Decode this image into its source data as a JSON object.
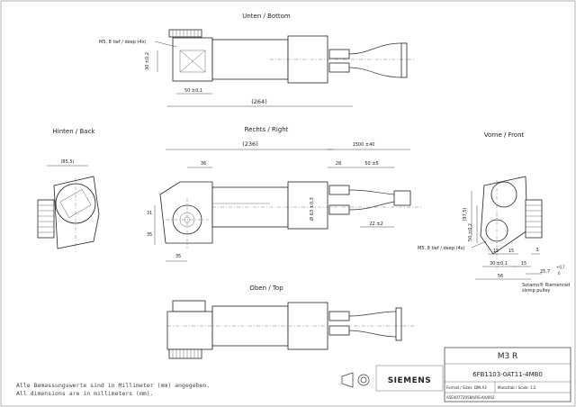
{
  "views": {
    "bottom": "Unten / Bottom",
    "right": "Rechts / Right",
    "back": "Hinten / Back",
    "front": "Vorne / Front",
    "top": "Oben / Top"
  },
  "notes": {
    "thread_bottom": "M5, 8 tief / deep (4x)",
    "thread_front": "M5, 8 tief / deep (4x)",
    "pulley": "Sotamo® Riemenrad",
    "pulley_en": "sismp pulley",
    "note_de": "Alle Bemassungswerte sind in Millimeter (mm) angegeben.",
    "note_en": "All dimensions are in millimeters (mm)."
  },
  "dims": {
    "b_30": "30 ±0,2",
    "b_50": "50 ±0,1",
    "b_264": "(264)",
    "r_236": "(236)",
    "r_36": "36",
    "r_1500": "1500 ±40",
    "r_28": "28",
    "r_50": "50 ±5",
    "r_63": "Ø 63 ±0,3",
    "r_22": "22 ±2",
    "r_31": "31",
    "r_35v": "35",
    "r_35h": "35",
    "k_855": "(85,5)",
    "f_975": "(97,5)",
    "f_50": "50 ±0,2",
    "f_30": "30 ±0,1",
    "f_15a": "15",
    "f_15b": "15",
    "f_3": "3",
    "f_56": "56",
    "f_257": "25,7",
    "f_tol_up": "+0,7",
    "f_tol_dn": "0"
  },
  "titleblock": {
    "name": "M3 R",
    "part_number": "6FB1103-0AT11-4MB0",
    "format": "Format / Sizes: DIN A3",
    "scale": "Massstab / Scale: 1:2",
    "doc": "A5E40772058A/RS-AA/002",
    "brand": "SIEMENS"
  }
}
